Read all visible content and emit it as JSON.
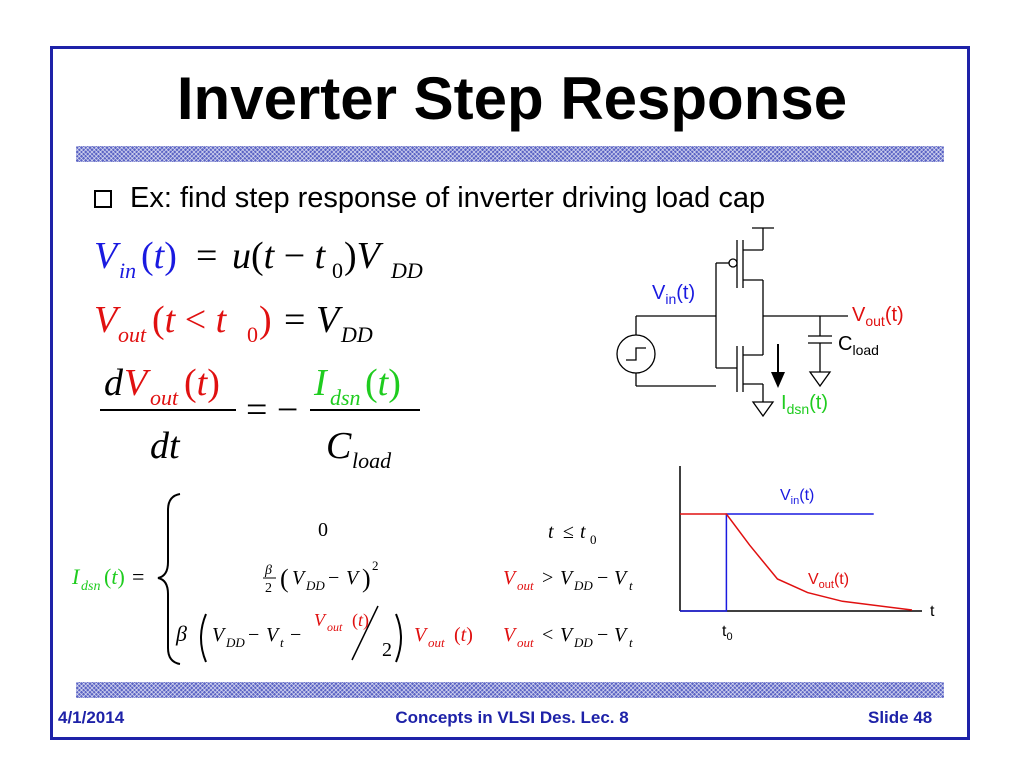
{
  "slide": {
    "title": "Inverter Step Response",
    "bullet": "Ex: find step response of inverter driving load cap",
    "footer": {
      "date": "4/1/2014",
      "course": "Concepts in VLSI Des. Lec. 8",
      "slide_number": "Slide 48"
    }
  },
  "colors": {
    "frame": "#1e22a8",
    "vin": "#1a1ae0",
    "vout": "#e01010",
    "idsn": "#1fcc1f",
    "footer_text": "#1e22a8"
  },
  "equations": {
    "eq1": "V_in(t) = u(t − t_0) V_DD",
    "eq2": "V_out(t < t_0) = V_DD",
    "eq3": "dV_out(t)/dt = − I_dsn(t)/C_load",
    "eq4": {
      "lhs": "I_dsn(t) =",
      "cases": [
        {
          "expr": "0",
          "condition": "t ≤ t_0"
        },
        {
          "expr": "β/2 (V_DD − V)^2",
          "condition": "V_out > V_DD − V_t"
        },
        {
          "expr": "β (V_DD − V_t − V_out(t)/2) V_out(t)",
          "condition": "V_out < V_DD − V_t"
        }
      ]
    }
  },
  "circuit": {
    "labels": {
      "vin": "V",
      "vin_sub": "in",
      "vin_arg": "(t)",
      "vout": "V",
      "vout_sub": "out",
      "vout_arg": "(t)",
      "cload": "C",
      "cload_sub": "load",
      "idsn": "I",
      "idsn_sub": "dsn",
      "idsn_arg": "(t)"
    }
  },
  "chart_data": {
    "type": "line",
    "x_axis_label": "t",
    "x_tick_labels": [
      "t0"
    ],
    "series": [
      {
        "name": "Vin(t)",
        "color": "#1a1ae0",
        "shape": "step low before t0, high after t0"
      },
      {
        "name": "Vout(t)",
        "color": "#e01010",
        "shape": "constant high before t0, decays after t0"
      }
    ]
  }
}
